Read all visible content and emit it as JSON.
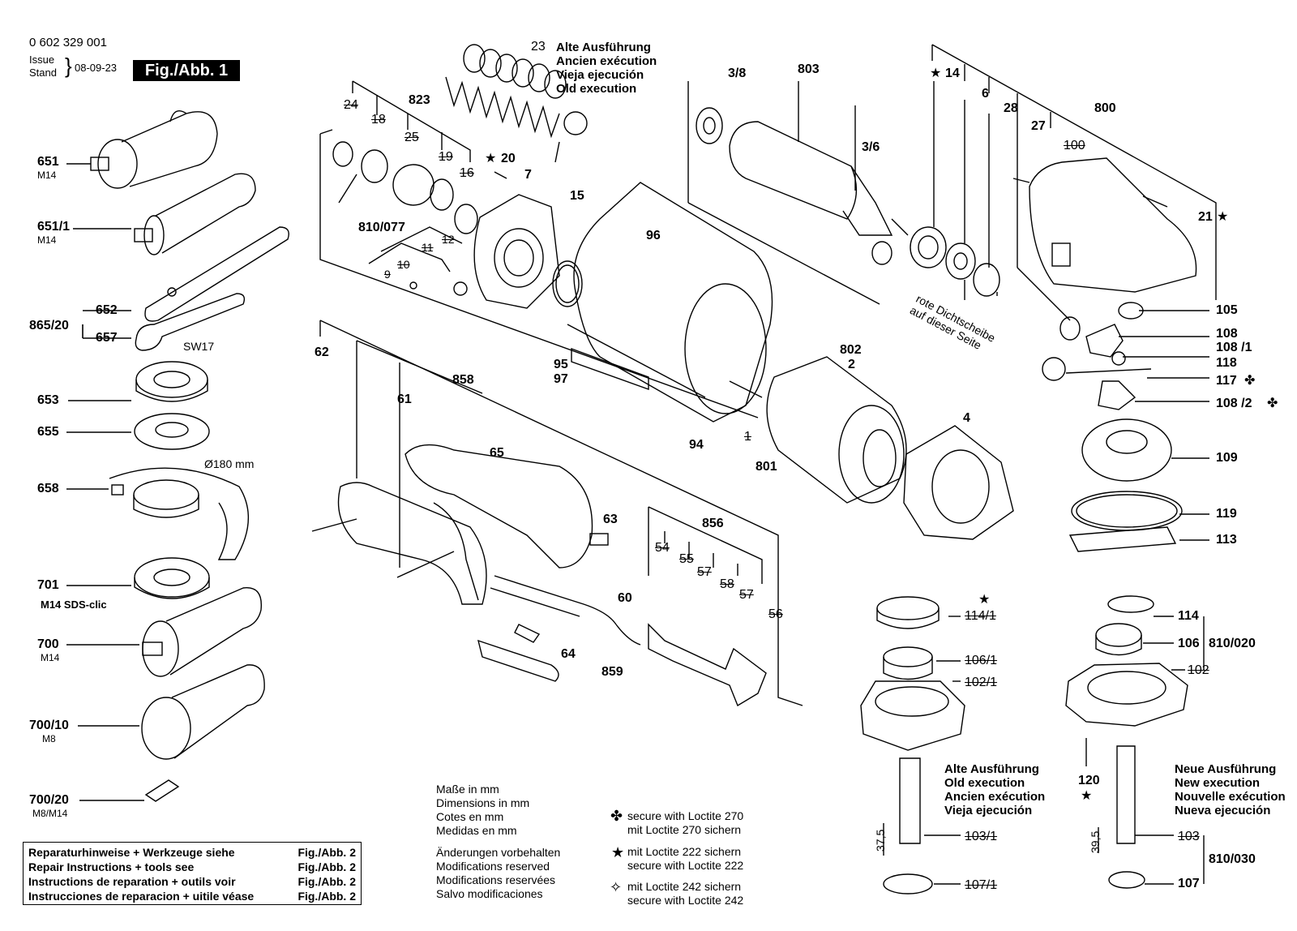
{
  "header": {
    "part_number": "0 602 329 001",
    "issue_label": "Issue",
    "stand_label": "Stand",
    "date": "08-09-23",
    "figure_label": "Fig./Abb. 1"
  },
  "old_execution_top": [
    "Alte Ausführung",
    "Ancien exécution",
    "Vieja ejecución",
    "Old execution"
  ],
  "left_column": {
    "p651": "651",
    "p651_sub": "M14",
    "p651_1": "651/1",
    "p651_1_sub": "M14",
    "p865_20": "865/20",
    "p652": "652",
    "p657": "657",
    "sw17": "SW17",
    "p653": "653",
    "p655": "655",
    "p658": "658",
    "dia180": "Ø180 mm",
    "p701": "701",
    "p701_sub": "M14 SDS-clic",
    "p700": "700",
    "p700_sub": "M14",
    "p700_10": "700/10",
    "p700_10_sub": "M8",
    "p700_20": "700/20",
    "p700_20_sub": "M8/M14"
  },
  "center_labels": {
    "p23": "23",
    "p823": "823",
    "p24": "24",
    "p18": "18",
    "p25": "25",
    "p19": "19",
    "p16": "16",
    "p20": "20",
    "p7": "7",
    "p810_077": "810/077",
    "p11": "11",
    "p12": "12",
    "p9": "9",
    "p10": "10",
    "p15": "15",
    "p96": "96",
    "p95": "95",
    "p97": "97",
    "p94": "94",
    "p1": "1",
    "p801": "801",
    "p802": "802",
    "p2": "2",
    "p4": "4",
    "p62": "62",
    "p61": "61",
    "p858": "858",
    "p65": "65",
    "p63": "63",
    "p856": "856",
    "p54": "54",
    "p55": "55",
    "p57": "57",
    "p58": "58",
    "p57b": "57",
    "p56": "56",
    "p60": "60",
    "p64": "64",
    "p859": "859"
  },
  "top_right_labels": {
    "p3_8": "3/8",
    "p803": "803",
    "p3_6": "3/6",
    "p14": "14",
    "p6": "6",
    "p28": "28",
    "p27": "27",
    "p800": "800",
    "p100": "100",
    "p21": "21",
    "red_seal_note": "rote Dichtscheibe\nauf dieser Seite"
  },
  "right_labels": {
    "p105": "105",
    "p108": "108",
    "p108_1": "108 /1",
    "p118": "118",
    "p117": "117",
    "p108_2": "108 /2",
    "p109": "109",
    "p119": "119",
    "p113": "113",
    "p114": "114",
    "p106": "106",
    "p810_020": "810/020",
    "p102": "102",
    "p120": "120",
    "p103": "103",
    "p810_030": "810/030",
    "p107": "107",
    "dim_39_5": "39,5",
    "p114_1": "114/1",
    "p106_1": "106/1",
    "p102_1": "102/1",
    "p103_1": "103/1",
    "p107_1": "107/1",
    "dim_37_5": "37,5"
  },
  "old_execution_bottom": [
    "Alte Ausführung",
    "Old execution",
    "Ancien exécution",
    "Vieja ejecución"
  ],
  "new_execution": [
    "Neue Ausführung",
    "New execution",
    "Nouvelle exécution",
    "Nueva ejecución"
  ],
  "dimensions_note": [
    "Maße in mm",
    "Dimensions in mm",
    "Cotes en mm",
    "Medidas en mm"
  ],
  "modifications_note": [
    "Änderungen vorbehalten",
    "Modifications reserved",
    "Modifications reservées",
    "Salvo modificaciones"
  ],
  "loctite_legend": [
    {
      "symbol": "✤",
      "lines": [
        "secure with Loctite 270",
        "mit Loctite 270 sichern"
      ]
    },
    {
      "symbol": "★",
      "lines": [
        "mit Loctite 222 sichern",
        "secure with Loctite 222"
      ]
    },
    {
      "symbol": "✧",
      "lines": [
        "mit Loctite 242 sichern",
        "secure with Loctite 242"
      ]
    }
  ],
  "repair_table": [
    {
      "text": "Reparaturhinweise + Werkzeuge siehe",
      "ref": "Fig./Abb. 2"
    },
    {
      "text": "Repair Instructions + tools see",
      "ref": "Fig./Abb. 2"
    },
    {
      "text": "Instructions de reparation + outils voir",
      "ref": "Fig./Abb. 2"
    },
    {
      "text": "Instrucciones de reparacion + uitile véase",
      "ref": "Fig./Abb. 2"
    }
  ]
}
